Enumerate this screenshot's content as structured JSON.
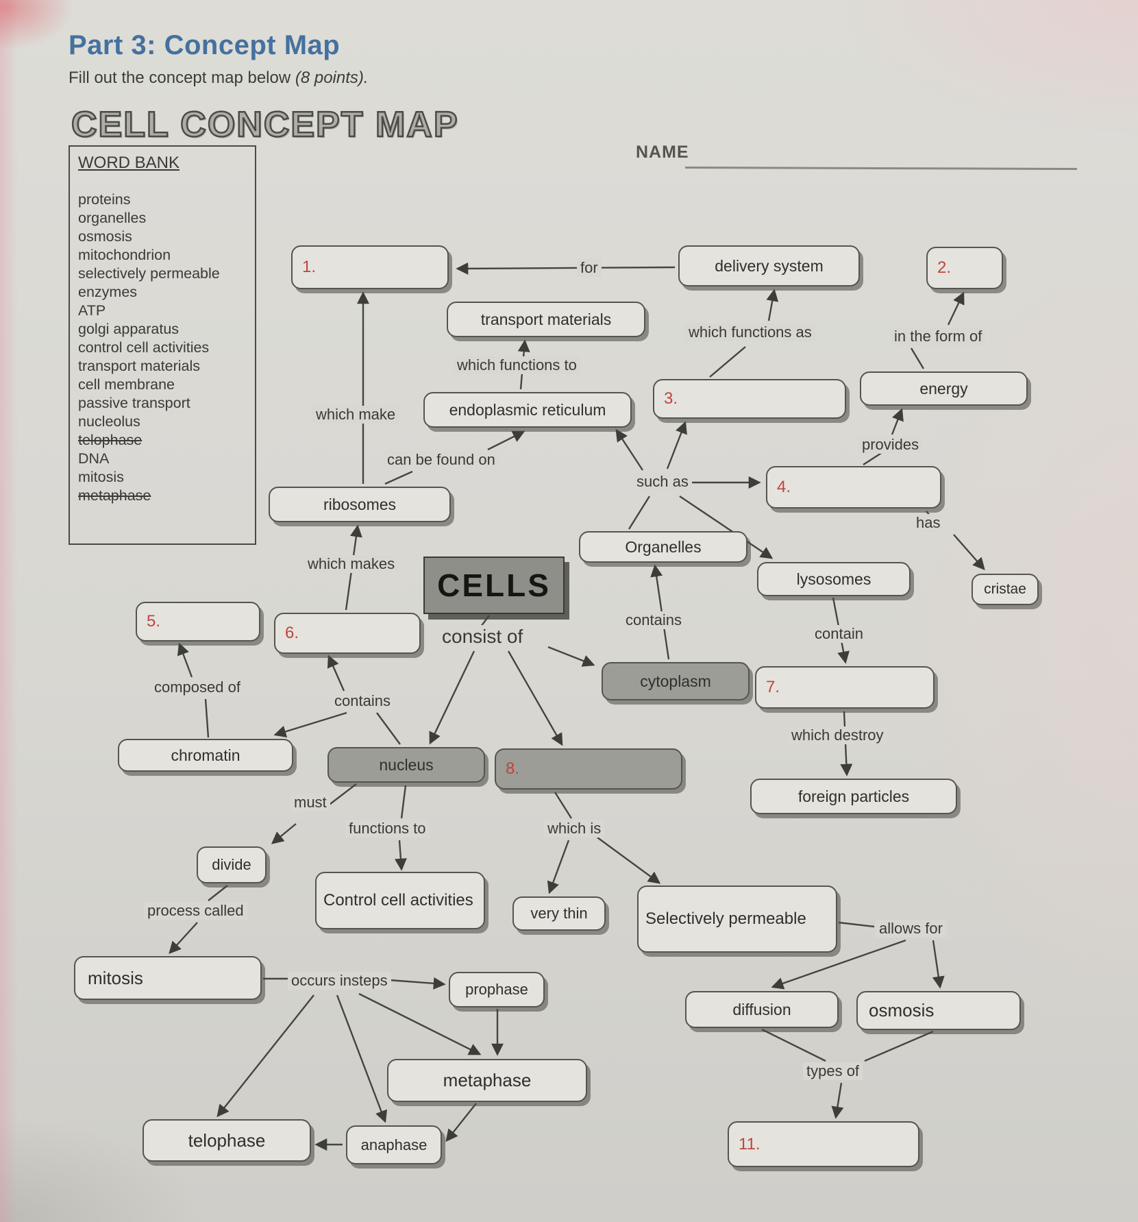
{
  "page": {
    "part_title": "Part 3: Concept Map",
    "instructions": "Fill out the concept map below ",
    "instructions_points": "(8 points).",
    "map_title": "CELL CONCEPT MAP",
    "name_label": "NAME"
  },
  "word_bank": {
    "title": "WORD BANK",
    "words": [
      {
        "text": "proteins",
        "struck": false
      },
      {
        "text": "organelles",
        "struck": false
      },
      {
        "text": "osmosis",
        "struck": false
      },
      {
        "text": "mitochondrion",
        "struck": false
      },
      {
        "text": "selectively permeable",
        "struck": false
      },
      {
        "text": "enzymes",
        "struck": false
      },
      {
        "text": "ATP",
        "struck": false
      },
      {
        "text": "golgi apparatus",
        "struck": false
      },
      {
        "text": "control cell activities",
        "struck": false
      },
      {
        "text": "transport materials",
        "struck": false
      },
      {
        "text": "cell membrane",
        "struck": false
      },
      {
        "text": "passive transport",
        "struck": false
      },
      {
        "text": "nucleolus",
        "struck": false
      },
      {
        "text": "telophase",
        "struck": true
      },
      {
        "text": "DNA",
        "struck": false
      },
      {
        "text": "mitosis",
        "struck": false
      },
      {
        "text": "metaphase",
        "struck": true
      }
    ]
  },
  "nodes": {
    "n1": "1.",
    "n2": "2.",
    "n3": "3.",
    "n4": "4.",
    "n5": "5.",
    "n6": "6.",
    "n7": "7.",
    "n8": "8.",
    "n11": "11.",
    "delivery_system": "delivery system",
    "transport_materials": "transport materials",
    "energy": "energy",
    "endoplasmic_reticulum": "endoplasmic reticulum",
    "ribosomes": "ribosomes",
    "organelles": "Organelles",
    "lysosomes": "lysosomes",
    "cristae": "cristae",
    "cells": "CELLS",
    "cytoplasm": "cytoplasm",
    "chromatin": "chromatin",
    "nucleus": "nucleus",
    "foreign_particles": "foreign particles",
    "divide": "divide",
    "control_cell_activities": "Control cell activities",
    "very_thin": "very thin",
    "selectively_permeable": "Selectively permeable",
    "mitosis": "mitosis",
    "prophase": "prophase",
    "diffusion": "diffusion",
    "osmosis": "osmosis",
    "metaphase": "metaphase",
    "telophase": "telophase",
    "anaphase": "anaphase"
  },
  "links": {
    "for": "for",
    "which_functions_as": "which functions as",
    "in_the_form_of": "in the form of",
    "which_functions_to": "which functions to",
    "which_make": "which make",
    "provides": "provides",
    "can_be_found_on": "can be found on",
    "such_as": "such as",
    "has": "has",
    "which_makes": "which makes",
    "contains_organelles": "contains",
    "contain": "contain",
    "consist_of": "consist of",
    "composed_of": "composed of",
    "contains_nucleus": "contains",
    "which_destroy": "which destroy",
    "must": "must",
    "functions_to": "functions to",
    "which_is": "which is",
    "process_called": "process called",
    "allows_for": "allows for",
    "occurs_insteps": "occurs insteps",
    "types_of": "types of"
  }
}
